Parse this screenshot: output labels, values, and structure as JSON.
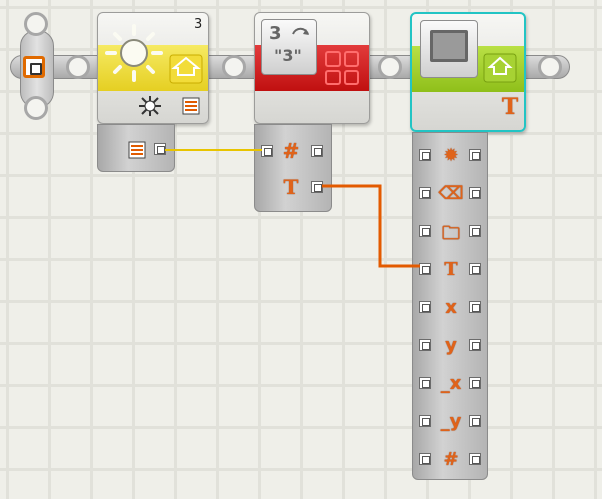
{
  "light_block": {
    "port_number": "3"
  },
  "convert_block": {
    "icon_number": "3",
    "icon_text": "\"3\"",
    "input_plug": "#",
    "output_plug": "T"
  },
  "display_block": {
    "mode_glyph": "T",
    "plugs": [
      {
        "name": "action-plug",
        "glyph": "✹"
      },
      {
        "name": "clear-plug",
        "glyph": "⌫"
      },
      {
        "name": "filename-plug",
        "glyph": "🗀"
      },
      {
        "name": "text-plug",
        "glyph": "T"
      },
      {
        "name": "x-plug",
        "glyph": "x"
      },
      {
        "name": "y-plug",
        "glyph": "y"
      },
      {
        "name": "end-x-plug",
        "glyph": "_x"
      },
      {
        "name": "end-y-plug",
        "glyph": "_y"
      },
      {
        "name": "number-plug",
        "glyph": "#"
      }
    ]
  },
  "colors": {
    "light_band": "#f2e24a",
    "convert_band": "#d51f1f",
    "display_band": "#a4cf2e",
    "selection": "#22c4c4",
    "wire_number": "#e8c400",
    "wire_text": "#e35a00"
  }
}
